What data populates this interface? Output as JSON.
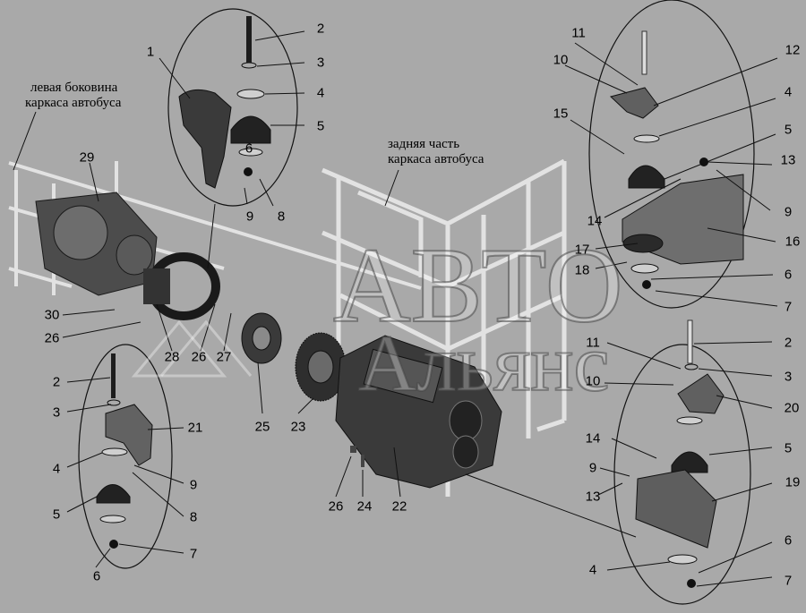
{
  "captions": {
    "left_line1": "левая боковина",
    "left_line2": "каркаса автобуса",
    "rear_line1": "задняя часть",
    "rear_line2": "каркаса автобуса"
  },
  "watermark": {
    "line1": "АВТО",
    "line2": "Альянс"
  },
  "callouts": {
    "top_mount": [
      "1",
      "2",
      "3",
      "4",
      "5",
      "6",
      "9",
      "8"
    ],
    "right_top_mount": [
      "11",
      "10",
      "12",
      "4",
      "15",
      "5",
      "13",
      "14",
      "9",
      "16",
      "17",
      "18",
      "6",
      "7"
    ],
    "left_mount": [
      "2",
      "3",
      "21",
      "4",
      "9",
      "5",
      "8",
      "6",
      "7"
    ],
    "right_bottom_mount": [
      "11",
      "2",
      "3",
      "10",
      "20",
      "5",
      "14",
      "9",
      "13",
      "19",
      "6",
      "4",
      "7"
    ],
    "engine": [
      "29",
      "30",
      "26",
      "28",
      "26",
      "27",
      "25",
      "23",
      "26",
      "24",
      "22"
    ]
  },
  "colors": {
    "background": "#a9a9a9",
    "lines": "#1a1a1a",
    "frame": "#d8d8d8",
    "dark_part": "#333333"
  }
}
